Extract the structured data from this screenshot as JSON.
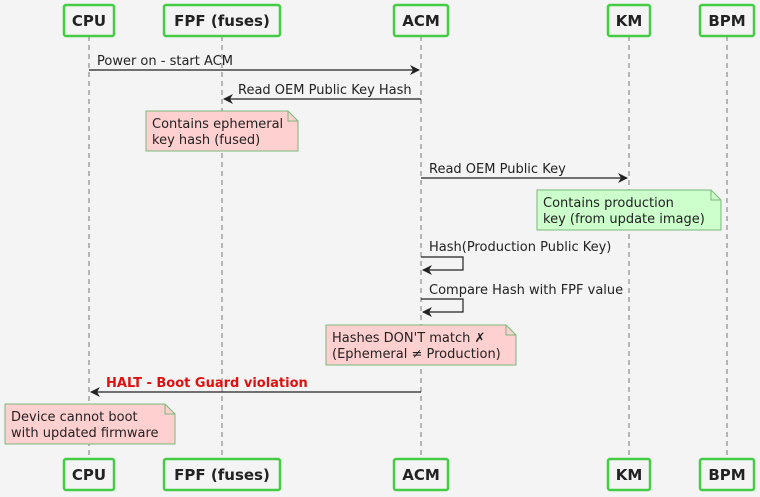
{
  "participants": [
    "CPU",
    "FPF (fuses)",
    "ACM",
    "KM",
    "BPM"
  ],
  "messages": [
    "Power on - start ACM",
    "Read OEM Public Key Hash",
    "Read OEM Public Key",
    "Hash(Production Public Key)",
    "Compare Hash with FPF value",
    "HALT - Boot Guard violation"
  ],
  "notes": {
    "ephemeral": [
      "Contains ephemeral",
      "key hash (fused)"
    ],
    "production": [
      "Contains production",
      "key (from update image)"
    ],
    "mismatch": [
      "Hashes DON'T match ✗",
      "(Ephemeral ≠ Production)"
    ],
    "cannot_boot": [
      "Device cannot boot",
      "with updated firmware"
    ]
  },
  "colors": {
    "participant_border": "#44cc44",
    "note_red": "#ffd0d0",
    "note_green": "#ccffcc",
    "note_border": "#7ab97a",
    "halt_text": "#e01010"
  }
}
